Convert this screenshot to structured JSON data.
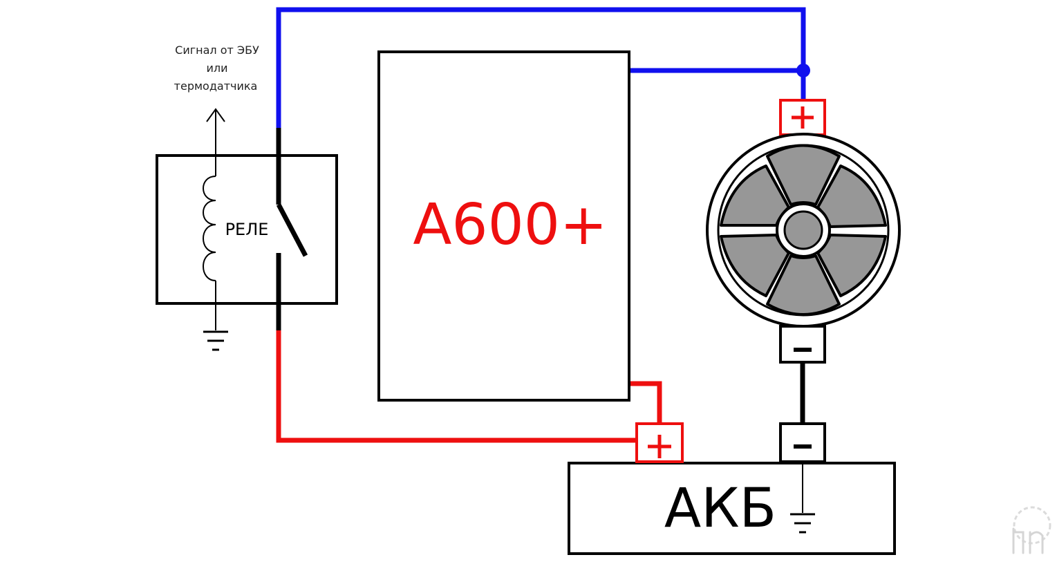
{
  "signal_label": {
    "line1": "Сигнал от ЭБУ",
    "line2": "или",
    "line3": "термодатчика"
  },
  "relay": {
    "label": "РЕЛЕ"
  },
  "device": {
    "label": "A600+",
    "label_color": "#ee0f0f"
  },
  "battery": {
    "label": "АКБ"
  },
  "colors": {
    "positive_wire": "#ee0f0f",
    "fan_wire": "#1010ee",
    "negative_wire": "#000000",
    "fan_blades": "#979797"
  },
  "icons": {
    "fan": "fan-icon",
    "ground": "ground-icon",
    "watermark": "site-logo"
  }
}
